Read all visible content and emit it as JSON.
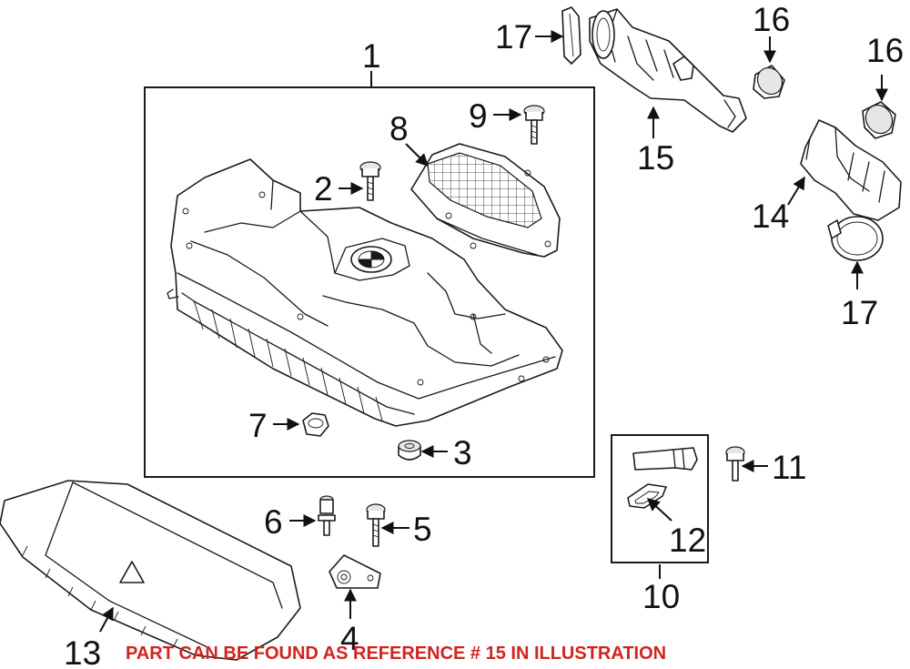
{
  "callouts": [
    {
      "id": "c1",
      "text": "1"
    },
    {
      "id": "c2",
      "text": "2"
    },
    {
      "id": "c3",
      "text": "3"
    },
    {
      "id": "c4",
      "text": "4"
    },
    {
      "id": "c5",
      "text": "5"
    },
    {
      "id": "c6",
      "text": "6"
    },
    {
      "id": "c7",
      "text": "7"
    },
    {
      "id": "c8",
      "text": "8"
    },
    {
      "id": "c9",
      "text": "9"
    },
    {
      "id": "c10",
      "text": "10"
    },
    {
      "id": "c11",
      "text": "11"
    },
    {
      "id": "c12",
      "text": "12"
    },
    {
      "id": "c13",
      "text": "13"
    },
    {
      "id": "c14",
      "text": "14"
    },
    {
      "id": "c15",
      "text": "15"
    },
    {
      "id": "c16a",
      "text": "16"
    },
    {
      "id": "c16b",
      "text": "16"
    },
    {
      "id": "c17a",
      "text": "17"
    },
    {
      "id": "c17b",
      "text": "17"
    }
  ],
  "note": "PART CAN BE FOUND AS REFERENCE # 15 IN ILLUSTRATION",
  "colors": {
    "note": "#d0241f",
    "line": "#1a1a1a"
  }
}
